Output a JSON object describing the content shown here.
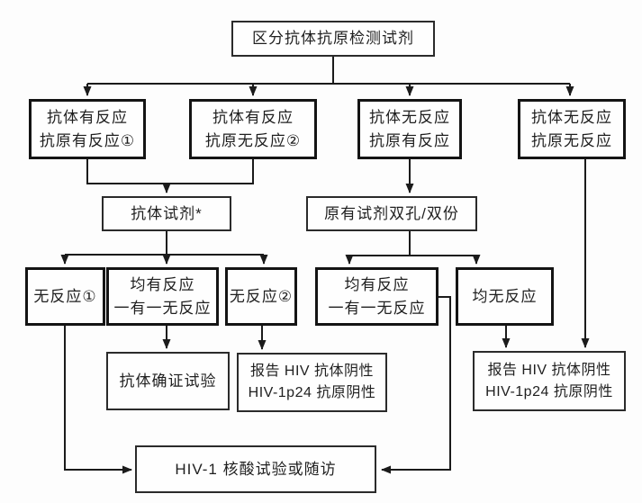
{
  "diagram": {
    "type": "flowchart",
    "language": "zh-CN",
    "colors": {
      "background": "#fdfdfd",
      "box_fill": "#fefefe",
      "box_border": "#141414",
      "line": "#1b1b1b",
      "text": "#1f1f1f"
    },
    "nodes": {
      "root": {
        "lines": [
          "区分抗体抗原检测试剂"
        ]
      },
      "ab_reactive_ag_reactive": {
        "lines": [
          "抗体有反应",
          "抗原有反应①"
        ]
      },
      "ab_reactive_ag_nonreactive": {
        "lines": [
          "抗体有反应",
          "抗原无反应②"
        ]
      },
      "ab_nonreactive_ag_reactive": {
        "lines": [
          "抗体无反应",
          "抗原有反应"
        ]
      },
      "ab_nonreactive_ag_nonreactive": {
        "lines": [
          "抗体无反应",
          "抗原无反应"
        ]
      },
      "antibody_reagent": {
        "lines": [
          "抗体试剂*"
        ]
      },
      "original_reagent_duplicate": {
        "lines": [
          "原有试剂双孔/双份"
        ]
      },
      "nonreactive_1": {
        "lines": [
          "无反应①"
        ]
      },
      "both_reactive_or_mixed_left": {
        "lines": [
          "均有反应",
          "一有一无反应"
        ]
      },
      "nonreactive_2": {
        "lines": [
          "无反应②"
        ]
      },
      "both_reactive_or_mixed_right": {
        "lines": [
          "均有反应",
          "一有一无反应"
        ]
      },
      "both_nonreactive": {
        "lines": [
          "均无反应"
        ]
      },
      "antibody_confirmation_test": {
        "lines": [
          "抗体确证试验"
        ]
      },
      "report_negative_left": {
        "lines": [
          "报告 HIV 抗体阴性",
          "HIV-1p24 抗原阴性"
        ]
      },
      "report_negative_right": {
        "lines": [
          "报告 HIV 抗体阴性",
          "HIV-1p24 抗原阴性"
        ]
      },
      "hiv1_nat_or_followup": {
        "lines": [
          "HIV-1 核酸试验或随访"
        ]
      }
    },
    "edges": [
      {
        "from": "root",
        "to": "ab_reactive_ag_reactive"
      },
      {
        "from": "root",
        "to": "ab_reactive_ag_nonreactive"
      },
      {
        "from": "root",
        "to": "ab_nonreactive_ag_reactive"
      },
      {
        "from": "root",
        "to": "ab_nonreactive_ag_nonreactive"
      },
      {
        "from": "ab_reactive_ag_reactive",
        "to": "antibody_reagent"
      },
      {
        "from": "ab_reactive_ag_nonreactive",
        "to": "antibody_reagent"
      },
      {
        "from": "ab_nonreactive_ag_reactive",
        "to": "original_reagent_duplicate"
      },
      {
        "from": "ab_nonreactive_ag_nonreactive",
        "to": "report_negative_right"
      },
      {
        "from": "antibody_reagent",
        "to": "nonreactive_1"
      },
      {
        "from": "antibody_reagent",
        "to": "both_reactive_or_mixed_left"
      },
      {
        "from": "antibody_reagent",
        "to": "nonreactive_2"
      },
      {
        "from": "original_reagent_duplicate",
        "to": "both_reactive_or_mixed_right"
      },
      {
        "from": "original_reagent_duplicate",
        "to": "both_nonreactive"
      },
      {
        "from": "both_reactive_or_mixed_left",
        "to": "antibody_confirmation_test"
      },
      {
        "from": "nonreactive_2",
        "to": "report_negative_left"
      },
      {
        "from": "both_nonreactive",
        "to": "report_negative_right"
      },
      {
        "from": "nonreactive_1",
        "to": "hiv1_nat_or_followup"
      },
      {
        "from": "both_reactive_or_mixed_right",
        "to": "hiv1_nat_or_followup"
      }
    ]
  }
}
